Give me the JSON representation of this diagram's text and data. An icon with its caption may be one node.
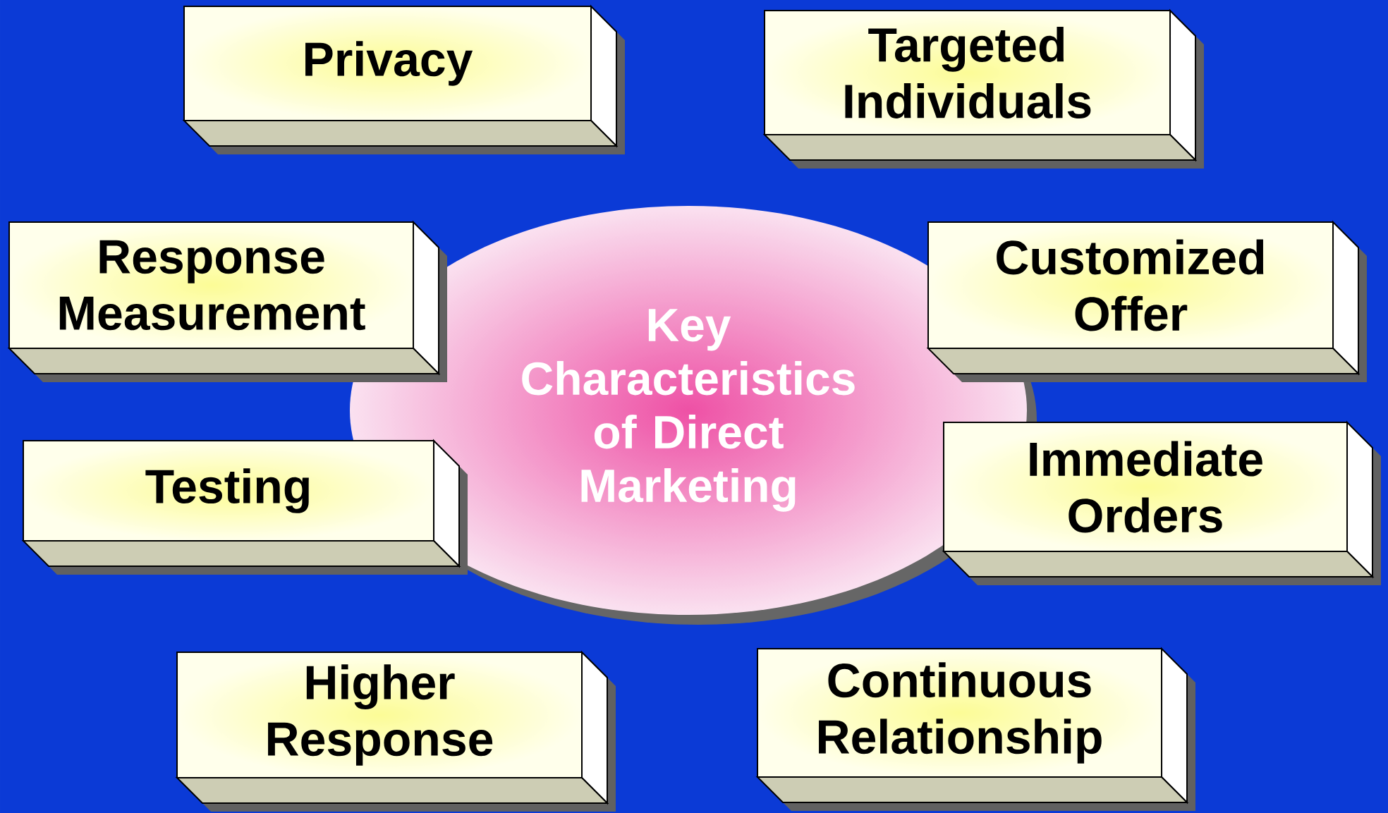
{
  "diagram": {
    "nodes": [
      {
        "text": [
          "Key Characteristics of Direct Marketing"
        ]
      },
      {
        "text": [
          "Privacy"
        ]
      },
      {
        "text": [
          "Targeted Individuals"
        ]
      },
      {
        "text": [
          "Response Measurement"
        ]
      },
      {
        "text": [
          "Customized Offer"
        ]
      },
      {
        "text": [
          "Testing"
        ]
      },
      {
        "text": [
          "Immediate Orders"
        ]
      },
      {
        "text": [
          "Higher Response"
        ]
      },
      {
        "text": [
          "Continuous Relationship"
        ]
      }
    ]
  }
}
